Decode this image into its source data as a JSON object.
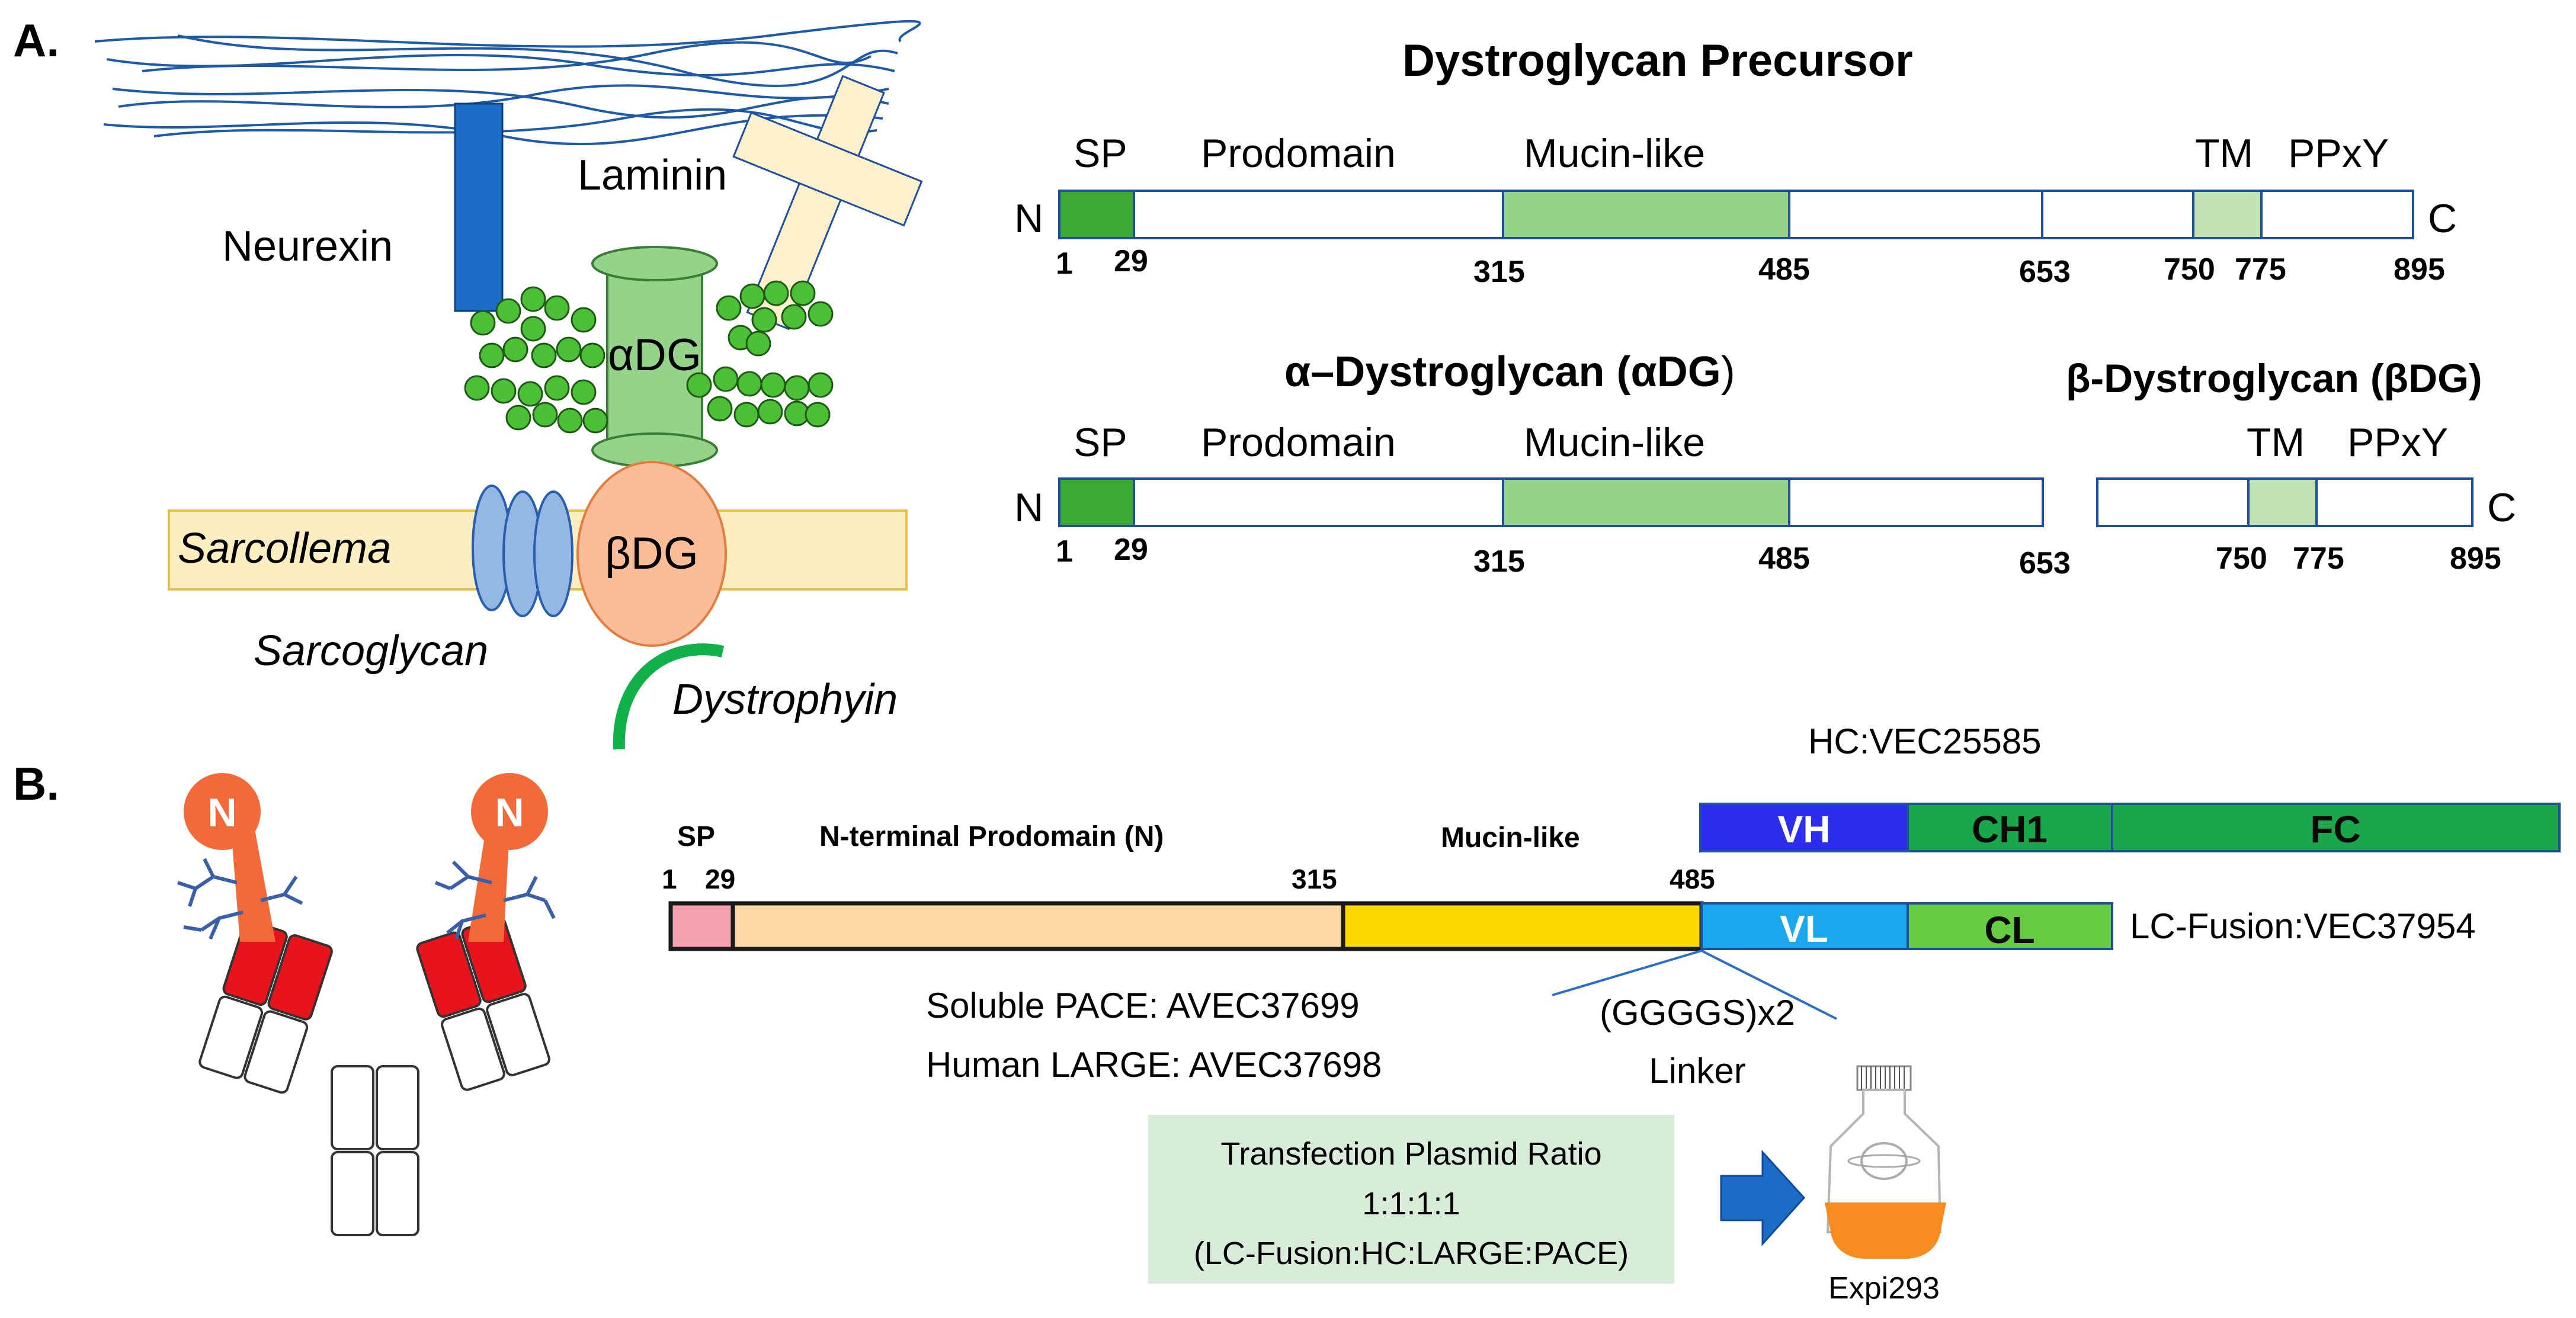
{
  "panel_a": {
    "label": "A.",
    "cartoon": {
      "neurexin": "Neurexin",
      "laminin": "Laminin",
      "alpha_dg": "αDG",
      "beta_dg": "βDG",
      "sarcollema": "Sarcollema",
      "sarcoglycan": "Sarcoglycan",
      "dystrophyin": "Dystrophyin"
    },
    "precursor": {
      "title": "Dystroglycan Precursor",
      "n": "N",
      "c": "C",
      "domains": {
        "sp": "SP",
        "prodomain": "Prodomain",
        "mucin": "Mucin-like",
        "tm": "TM",
        "ppxy": "PPxY"
      },
      "positions": [
        "1",
        "29",
        "315",
        "485",
        "653",
        "750",
        "775",
        "895"
      ]
    },
    "alpha": {
      "title_prefix": "α–Dystroglycan (",
      "title_abbr": "αDG",
      "title_suffix": ")",
      "n": "N",
      "domains": {
        "sp": "SP",
        "prodomain": "Prodomain",
        "mucin": "Mucin-like"
      },
      "positions": [
        "1",
        "29",
        "315",
        "485",
        "653"
      ]
    },
    "beta": {
      "title": "β-Dystroglycan (βDG)",
      "c": "C",
      "domains": {
        "tm": "TM",
        "ppxy": "PPxY"
      },
      "positions": [
        "750",
        "775",
        "895"
      ]
    }
  },
  "panel_b": {
    "label": "B.",
    "antibody_n": "N",
    "hc_name": "HC:VEC25585",
    "hc_domains": {
      "vh": "VH",
      "ch1": "CH1",
      "fc": "FC"
    },
    "lc_name": "LC-Fusion:VEC37954",
    "lc_domains": {
      "vl": "VL",
      "cl": "CL"
    },
    "fusion_domains": {
      "sp": "SP",
      "prodomain": "N-terminal Prodomain (N)",
      "mucin": "Mucin-like"
    },
    "fusion_positions": [
      "1",
      "29",
      "315",
      "485"
    ],
    "linker": [
      "(GGGGS)x2",
      "Linker"
    ],
    "constructs": [
      "Soluble PACE: AVEC37699",
      "Human LARGE: AVEC37698"
    ],
    "transfection": [
      "Transfection Plasmid Ratio",
      "1:1:1:1",
      "(LC-Fusion:HC:LARGE:PACE)"
    ],
    "cell_line": "Expi293"
  },
  "colors": {
    "domain_outline": "#1f4e9a",
    "sp_green": "#3aaa35",
    "mucin_green": "#95d38a",
    "tm_green": "#bfe3b5",
    "pink_sp": "#f4a0b0",
    "prodomain_tan": "#fcd9a4",
    "mucin_yellow": "#ffd800",
    "vh_blue": "#2d2ded",
    "ch_green": "#1ca64c",
    "vl_cyan": "#1aa8ee",
    "cl_green": "#66cc44",
    "antibody_red": "#e8141c",
    "glycan_blue": "#3a5ea8",
    "orange": "#f26a3a"
  }
}
